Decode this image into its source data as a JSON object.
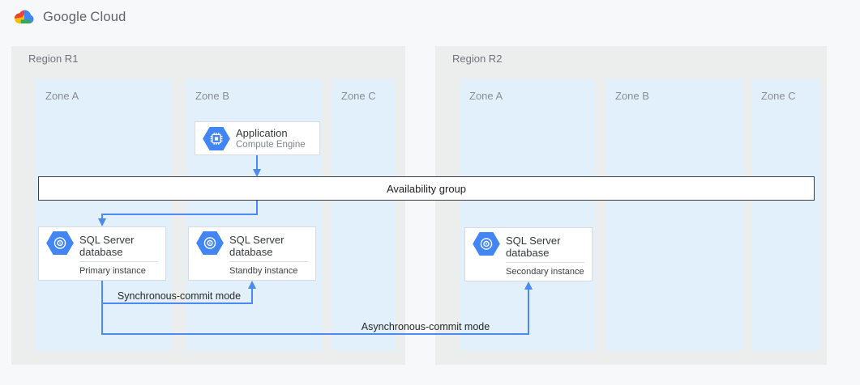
{
  "header": {
    "logo_google": "Google",
    "logo_cloud": "Cloud"
  },
  "regions": [
    {
      "label": "Region R1",
      "zones": [
        {
          "label": "Zone A"
        },
        {
          "label": "Zone B"
        },
        {
          "label": "Zone C"
        }
      ]
    },
    {
      "label": "Region R2",
      "zones": [
        {
          "label": "Zone A"
        },
        {
          "label": "Zone B"
        },
        {
          "label": "Zone C"
        }
      ]
    }
  ],
  "availability_group": {
    "label": "Availability group"
  },
  "cards": {
    "application": {
      "title": "Application",
      "subtitle": "Compute Engine",
      "icon": "compute-engine-icon"
    },
    "primary": {
      "title": "SQL Server database",
      "subtitle": "Primary instance",
      "icon": "sql-server-database-icon"
    },
    "standby": {
      "title": "SQL Server database",
      "subtitle": "Standby instance",
      "icon": "sql-server-database-icon"
    },
    "secondary": {
      "title": "SQL Server database",
      "subtitle": "Secondary instance",
      "icon": "sql-server-database-icon"
    }
  },
  "connections": {
    "sync_label": "Synchronous-commit mode",
    "async_label": "Asynchronous-commit mode"
  },
  "colors": {
    "accent_blue": "#4285F4",
    "zone_bg": "#E2F0FB",
    "region_bg": "#ECEDED",
    "card_border": "#D7DADE",
    "bar_border": "#3C4043",
    "label_gray": "#80868B",
    "logo_red": "#EA4335",
    "logo_yellow": "#FBBC04",
    "logo_green": "#34A853",
    "logo_blue": "#4285F4"
  }
}
